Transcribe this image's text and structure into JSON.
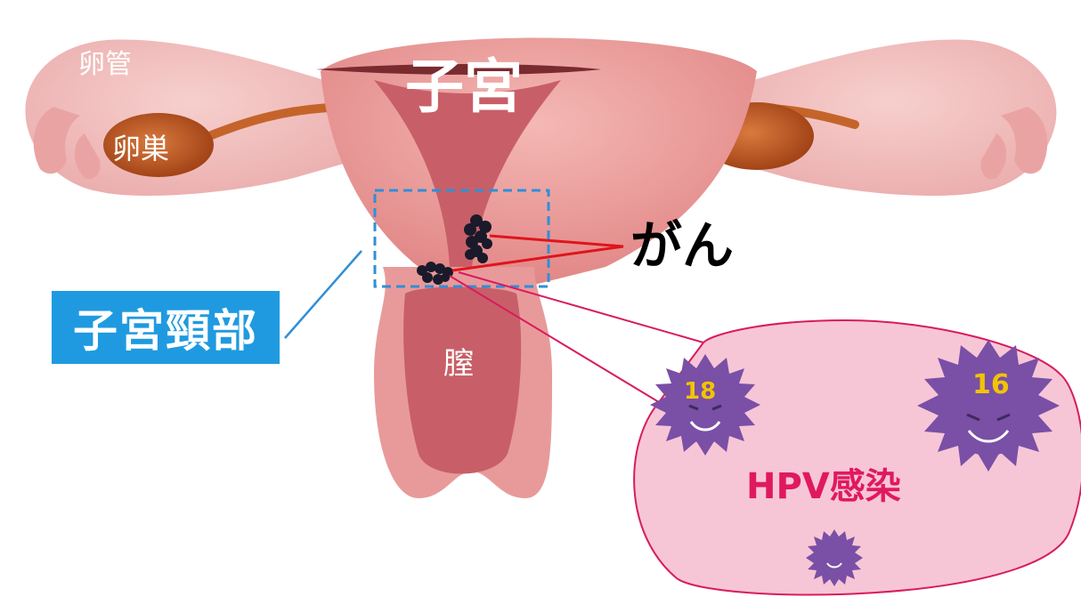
{
  "labels": {
    "fallopian_tube": "卵管",
    "ovary": "卵巣",
    "uterus": "子宮",
    "cervix": "子宮頸部",
    "vagina": "膣",
    "cancer": "がん",
    "infection": "HPV感染"
  },
  "viruses": {
    "type_a": "18",
    "type_b": "16"
  },
  "colors": {
    "uterus_pink": "#e89a9a",
    "tissue_dark": "#c85f68",
    "ovary_brown": "#c05a22",
    "callout_bg": "#f7c6d6",
    "callout_border": "#d81b60",
    "infection_text": "#e0195f",
    "virus_purple": "#7a4fa6",
    "virus_number": "#f2c400",
    "cervix_label_bg": "#1f9ae0",
    "box_dash": "#2f8fd8",
    "cancer_line": "#e0141c"
  }
}
